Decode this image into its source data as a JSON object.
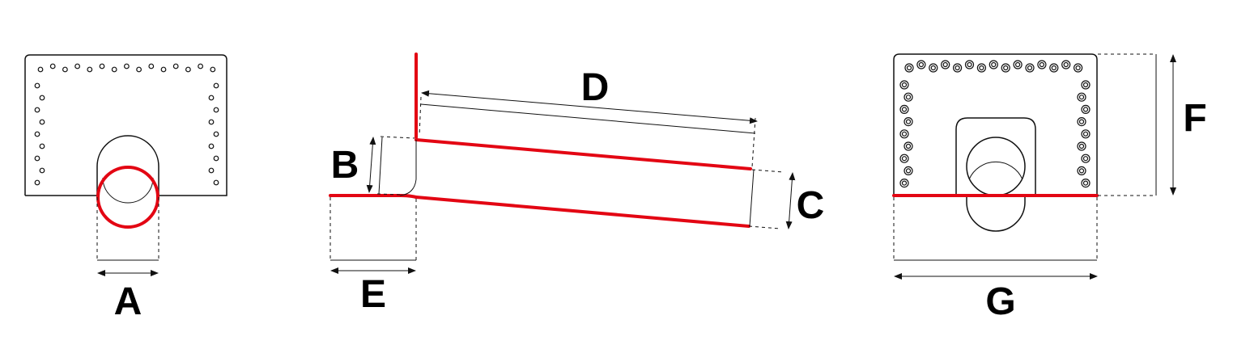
{
  "labels": {
    "a": "A",
    "b": "B",
    "c": "C",
    "d": "D",
    "e": "E",
    "f": "F",
    "g": "G"
  },
  "colors": {
    "outline": "#111111",
    "highlight": "#e30613",
    "background": "#ffffff"
  }
}
